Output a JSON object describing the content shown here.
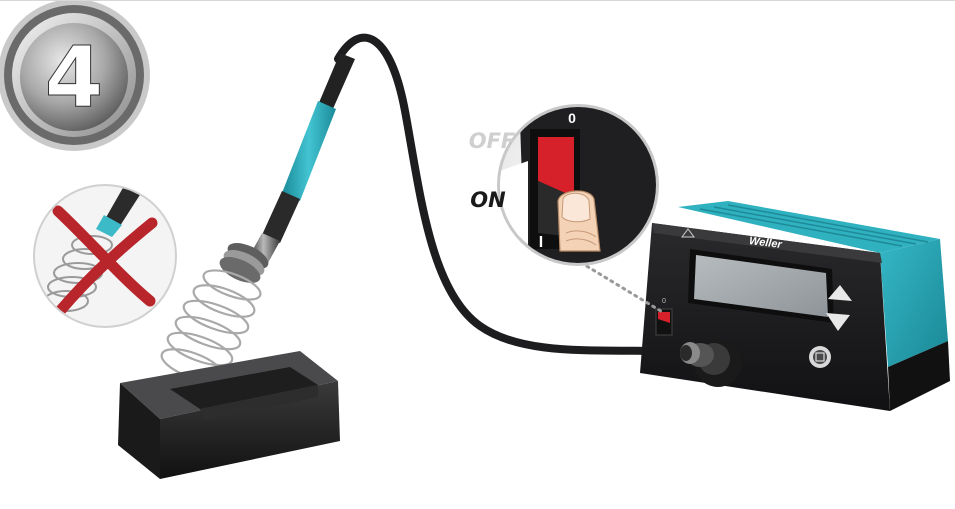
{
  "step": {
    "number": "4"
  },
  "zoom_inset": {
    "switch_top_mark": "0",
    "switch_bottom_mark": "I",
    "off_label": "OFF",
    "on_label": "ON"
  },
  "station": {
    "brand_label": "Weller",
    "power_mark": "0",
    "arrow_up": "▲",
    "arrow_down": "▼"
  },
  "colors": {
    "teal": "#2aa6b5",
    "switch_red": "#d6202a",
    "body_dark": "#1d1d1f",
    "cross_red": "#b8252b"
  },
  "icons": {
    "step_badge": "number-badge-icon",
    "no_tip_warning": "cross-icon",
    "menu_button": "menu-icon"
  }
}
